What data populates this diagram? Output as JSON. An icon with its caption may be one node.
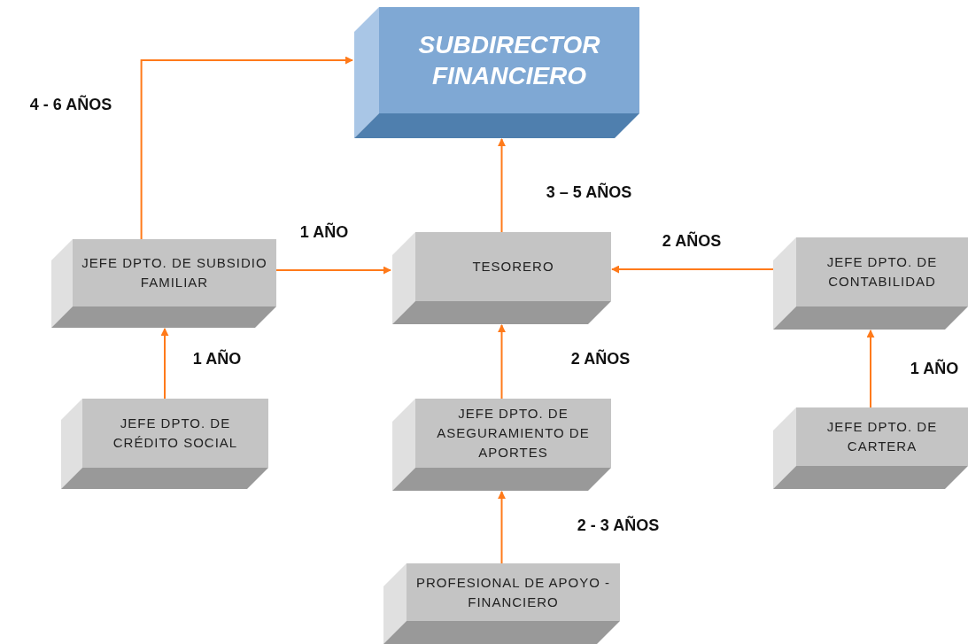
{
  "diagram": {
    "nodes": [
      {
        "text": [
          "SUBDIRECTOR FINANCIERO"
        ]
      },
      {
        "text": [
          "JEFE DPTO. DE SUBSIDIO FAMILIAR"
        ]
      },
      {
        "text": [
          "TESORERO"
        ]
      },
      {
        "text": [
          "JEFE DPTO. DE CONTABILIDAD"
        ]
      },
      {
        "text": [
          "JEFE DPTO. DE CRÉDITO SOCIAL"
        ]
      },
      {
        "text": [
          "JEFE DPTO. DE ASEGURAMIENTO DE APORTES"
        ]
      },
      {
        "text": [
          "JEFE DPTO. DE CARTERA"
        ]
      },
      {
        "text": [
          "PROFESIONAL DE APOYO - FINANCIERO"
        ]
      }
    ],
    "edges": [
      {
        "from": 1,
        "to": 0,
        "arrow": "to",
        "label": "4 - 6 AÑOS"
      },
      {
        "from": 1,
        "to": 2,
        "arrow": "to",
        "label": "1 AÑO"
      },
      {
        "from": 2,
        "to": 0,
        "arrow": "to",
        "label": "3 – 5 AÑOS"
      },
      {
        "from": 3,
        "to": 2,
        "arrow": "to",
        "label": "2 AÑOS"
      },
      {
        "from": 4,
        "to": 1,
        "arrow": "to",
        "label": "1 AÑO"
      },
      {
        "from": 5,
        "to": 2,
        "arrow": "to",
        "label": "2 AÑOS"
      },
      {
        "from": 6,
        "to": 3,
        "arrow": "to",
        "label": "1 AÑO"
      },
      {
        "from": 7,
        "to": 5,
        "arrow": "to",
        "label": "2 - 3 AÑOS"
      }
    ]
  }
}
